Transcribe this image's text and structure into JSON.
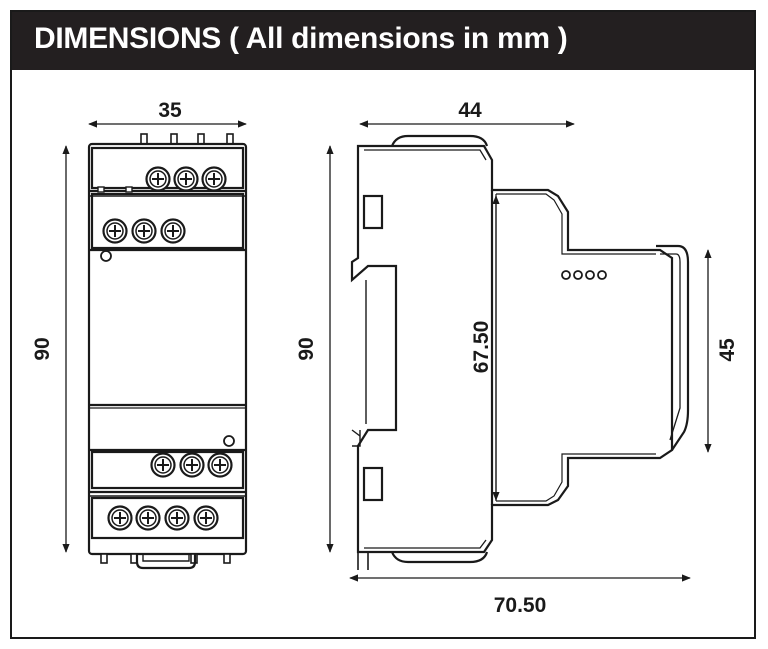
{
  "header": {
    "title": "DIMENSIONS  ( All dimensions in mm )"
  },
  "dimensions": {
    "front_width": "35",
    "side_depth": "44",
    "front_height": "90",
    "side_height": "90",
    "inner_height": "67.50",
    "clip_height": "45",
    "total_depth": "70.50"
  },
  "colors": {
    "header_bg": "#231f20",
    "header_text": "#ffffff",
    "line": "#1a1a1a"
  }
}
